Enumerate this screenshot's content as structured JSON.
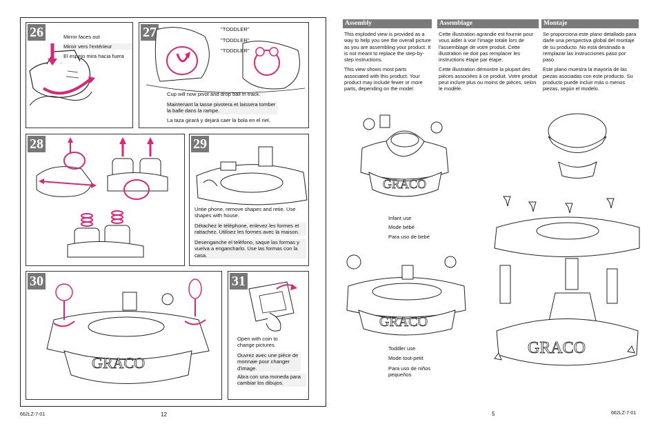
{
  "left_page": {
    "page_number": "12",
    "doc_code": "662LZ-7-01",
    "steps": [
      {
        "num": "26",
        "captions": [
          "Mirror faces out",
          "Miroir vers l'extérieur",
          "El espejo mira hacia fuera"
        ]
      },
      {
        "num": "27",
        "labels": [
          "\"TODDLER\"",
          "\"TODDLER\"",
          "\"TODDLER\""
        ],
        "captions": [
          "Cup will now pivot and drop ball in track.",
          "Maintenant la tasse pivotera et laissera tomber la balle dans la rampe.",
          "La taza girará y dejará caer la bola en el riel."
        ]
      },
      {
        "num": "28"
      },
      {
        "num": "29",
        "captions": [
          "Untie phone, remove shapes and retie. Use shapes with house.",
          "Détachez le téléphone, enlevez les formes et rattachez. Utilisez les formes avec la maison.",
          "Desenganche el teléfono, saque las formas y vuelva a engancharlo. Use las formas con la casa."
        ]
      },
      {
        "num": "30"
      },
      {
        "num": "31",
        "captions": [
          "Open with coin to change pictures.",
          "Ouvrez avec une pièce de monnaie pour changer d'image.",
          "Abra con una moneda para cambiar los dibujos."
        ]
      }
    ]
  },
  "right_page": {
    "page_number": "5",
    "doc_code": "662LZ-7-01",
    "columns": [
      {
        "heading": "Assembly",
        "paragraphs": [
          "This exploded view is provided as a way to help you see the overall picture as you are assembling your product. It is not meant to replace the step-by-step instructions.",
          "This view shows most parts associated with this product. Your product may include fewer or more parts, depending on the model."
        ]
      },
      {
        "heading": "Assemblage",
        "paragraphs": [
          "Cette illustration agrandie est fournie pour vous aider à voir l'image totale lors de l'assemblage de votre produit. Cette illustration ne doit pas remplacer les instructions étape par étape.",
          "Cette illustration démontre la plupart des pièces associées à ce produit. Votre produit peut inclure plus ou moins de pièces, selon le modèle."
        ]
      },
      {
        "heading": "Montaje",
        "paragraphs": [
          "Se proporciona este plano detallado para darle una perspectiva global del montaje de su producto. No está destinado a remplazar las instrucciones paso por paso.",
          "Este plano muestra la mayoría de las piezas asociadas con este producto. Su producto puede incluir más o menos piezas, según el modelo."
        ]
      }
    ],
    "infant_captions": [
      "Infant use",
      "Mode bébé",
      "Para uso de bebé"
    ],
    "toddler_captions": [
      "Toddler use",
      "Mode tout-petit",
      "Para uso de niños pequeños"
    ],
    "brand": "GRACO"
  },
  "colors": {
    "accent": "#e0237a",
    "header_gray": "#7a7a7a",
    "line": "#222222"
  }
}
